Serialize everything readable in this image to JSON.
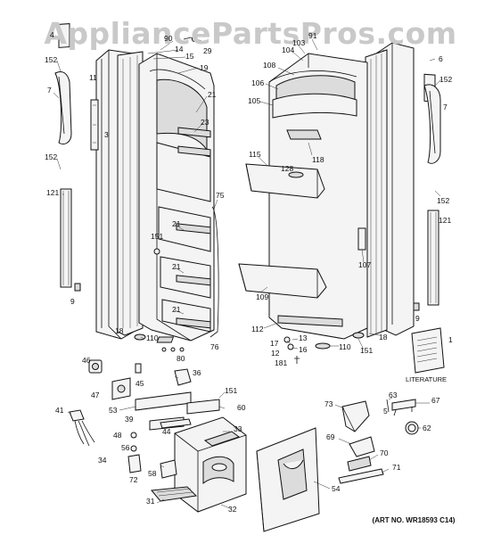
{
  "watermark": "AppliancePartsPros.com",
  "art_number": "(ART NO. WR18593 C14)",
  "literature_label": "LITERATURE",
  "callouts": [
    {
      "id": "c-4",
      "text": "4"
    },
    {
      "id": "c-90",
      "text": "90"
    },
    {
      "id": "c-29",
      "text": "29"
    },
    {
      "id": "c-14",
      "text": "14"
    },
    {
      "id": "c-15",
      "text": "15"
    },
    {
      "id": "c-19",
      "text": "19"
    },
    {
      "id": "c-152a",
      "text": "152"
    },
    {
      "id": "c-11",
      "text": "11"
    },
    {
      "id": "c-7a",
      "text": "7"
    },
    {
      "id": "c-3",
      "text": "3"
    },
    {
      "id": "c-21a",
      "text": "21"
    },
    {
      "id": "c-23",
      "text": "23"
    },
    {
      "id": "c-152b",
      "text": "152"
    },
    {
      "id": "c-121a",
      "text": "121"
    },
    {
      "id": "c-75",
      "text": "75"
    },
    {
      "id": "c-21b",
      "text": "21"
    },
    {
      "id": "c-151a",
      "text": "151"
    },
    {
      "id": "c-21c",
      "text": "21"
    },
    {
      "id": "c-21d",
      "text": "21"
    },
    {
      "id": "c-9a",
      "text": "9"
    },
    {
      "id": "c-18a",
      "text": "18"
    },
    {
      "id": "c-110a",
      "text": "110"
    },
    {
      "id": "c-76",
      "text": "76"
    },
    {
      "id": "c-80",
      "text": "80"
    },
    {
      "id": "c-91",
      "text": "91"
    },
    {
      "id": "c-103",
      "text": "103"
    },
    {
      "id": "c-104",
      "text": "104"
    },
    {
      "id": "c-6",
      "text": "6"
    },
    {
      "id": "c-108",
      "text": "108"
    },
    {
      "id": "c-106",
      "text": "106"
    },
    {
      "id": "c-152c",
      "text": "152"
    },
    {
      "id": "c-105",
      "text": "105"
    },
    {
      "id": "c-7b",
      "text": "7"
    },
    {
      "id": "c-118",
      "text": "118"
    },
    {
      "id": "c-115",
      "text": "115"
    },
    {
      "id": "c-128",
      "text": "128"
    },
    {
      "id": "c-152d",
      "text": "152"
    },
    {
      "id": "c-121b",
      "text": "121"
    },
    {
      "id": "c-107",
      "text": "107"
    },
    {
      "id": "c-109",
      "text": "109"
    },
    {
      "id": "c-9b",
      "text": "9"
    },
    {
      "id": "c-112",
      "text": "112"
    },
    {
      "id": "c-18b",
      "text": "18"
    },
    {
      "id": "c-1",
      "text": "1"
    },
    {
      "id": "c-13",
      "text": "13"
    },
    {
      "id": "c-17",
      "text": "17"
    },
    {
      "id": "c-16",
      "text": "16"
    },
    {
      "id": "c-12",
      "text": "12"
    },
    {
      "id": "c-110b",
      "text": "110"
    },
    {
      "id": "c-151b",
      "text": "151"
    },
    {
      "id": "c-181",
      "text": "181"
    },
    {
      "id": "c-46",
      "text": "46"
    },
    {
      "id": "c-45",
      "text": "45"
    },
    {
      "id": "c-36",
      "text": "36"
    },
    {
      "id": "c-47",
      "text": "47"
    },
    {
      "id": "c-151c",
      "text": "151"
    },
    {
      "id": "c-53",
      "text": "53"
    },
    {
      "id": "c-60",
      "text": "60"
    },
    {
      "id": "c-39",
      "text": "39"
    },
    {
      "id": "c-41",
      "text": "41"
    },
    {
      "id": "c-44",
      "text": "44"
    },
    {
      "id": "c-33",
      "text": "33"
    },
    {
      "id": "c-48",
      "text": "48"
    },
    {
      "id": "c-56",
      "text": "56"
    },
    {
      "id": "c-34",
      "text": "34"
    },
    {
      "id": "c-58",
      "text": "58"
    },
    {
      "id": "c-72",
      "text": "72"
    },
    {
      "id": "c-31",
      "text": "31"
    },
    {
      "id": "c-32",
      "text": "32"
    },
    {
      "id": "c-73",
      "text": "73"
    },
    {
      "id": "c-63",
      "text": "63"
    },
    {
      "id": "c-67",
      "text": "67"
    },
    {
      "id": "c-5",
      "text": "5"
    },
    {
      "id": "c-62",
      "text": "62"
    },
    {
      "id": "c-69",
      "text": "69"
    },
    {
      "id": "c-70",
      "text": "70"
    },
    {
      "id": "c-71",
      "text": "71"
    },
    {
      "id": "c-54",
      "text": "54"
    }
  ]
}
